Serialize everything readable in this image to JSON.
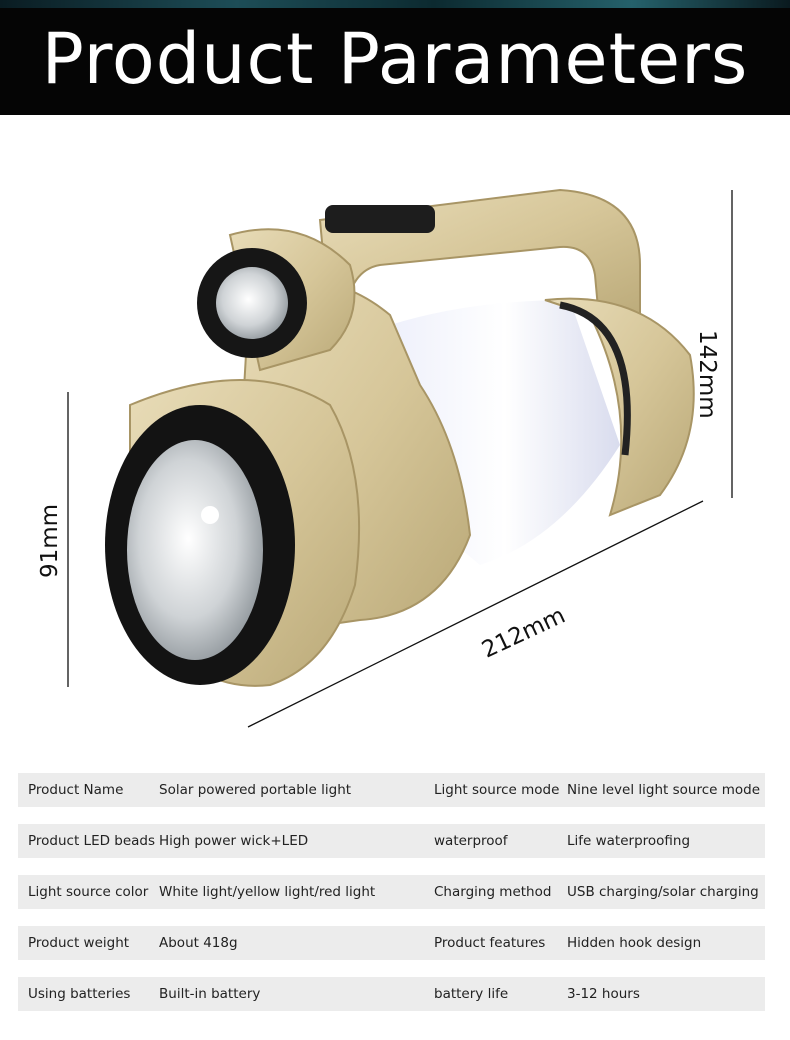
{
  "header": {
    "title": "Product Parameters"
  },
  "dimensions": {
    "height": "142mm",
    "width": "91mm",
    "length": "212mm"
  },
  "specs": [
    {
      "label1": "Product Name",
      "value1": "Solar powered portable light",
      "label2": "Light source mode",
      "value2": "Nine level light source mode"
    },
    {
      "label1": "Product LED beads",
      "value1": "High power wick+LED",
      "label2": "waterproof",
      "value2": "Life waterproofing"
    },
    {
      "label1": "Light source color",
      "value1": "White light/yellow light/red light",
      "label2": "Charging method",
      "value2": "USB charging/solar charging"
    },
    {
      "label1": "Product weight",
      "value1": "About 418g",
      "label2": "Product features",
      "value2": "Hidden hook design"
    },
    {
      "label1": "Using batteries",
      "value1": "Built-in battery",
      "label2": "battery life",
      "value2": "3-12 hours"
    }
  ]
}
